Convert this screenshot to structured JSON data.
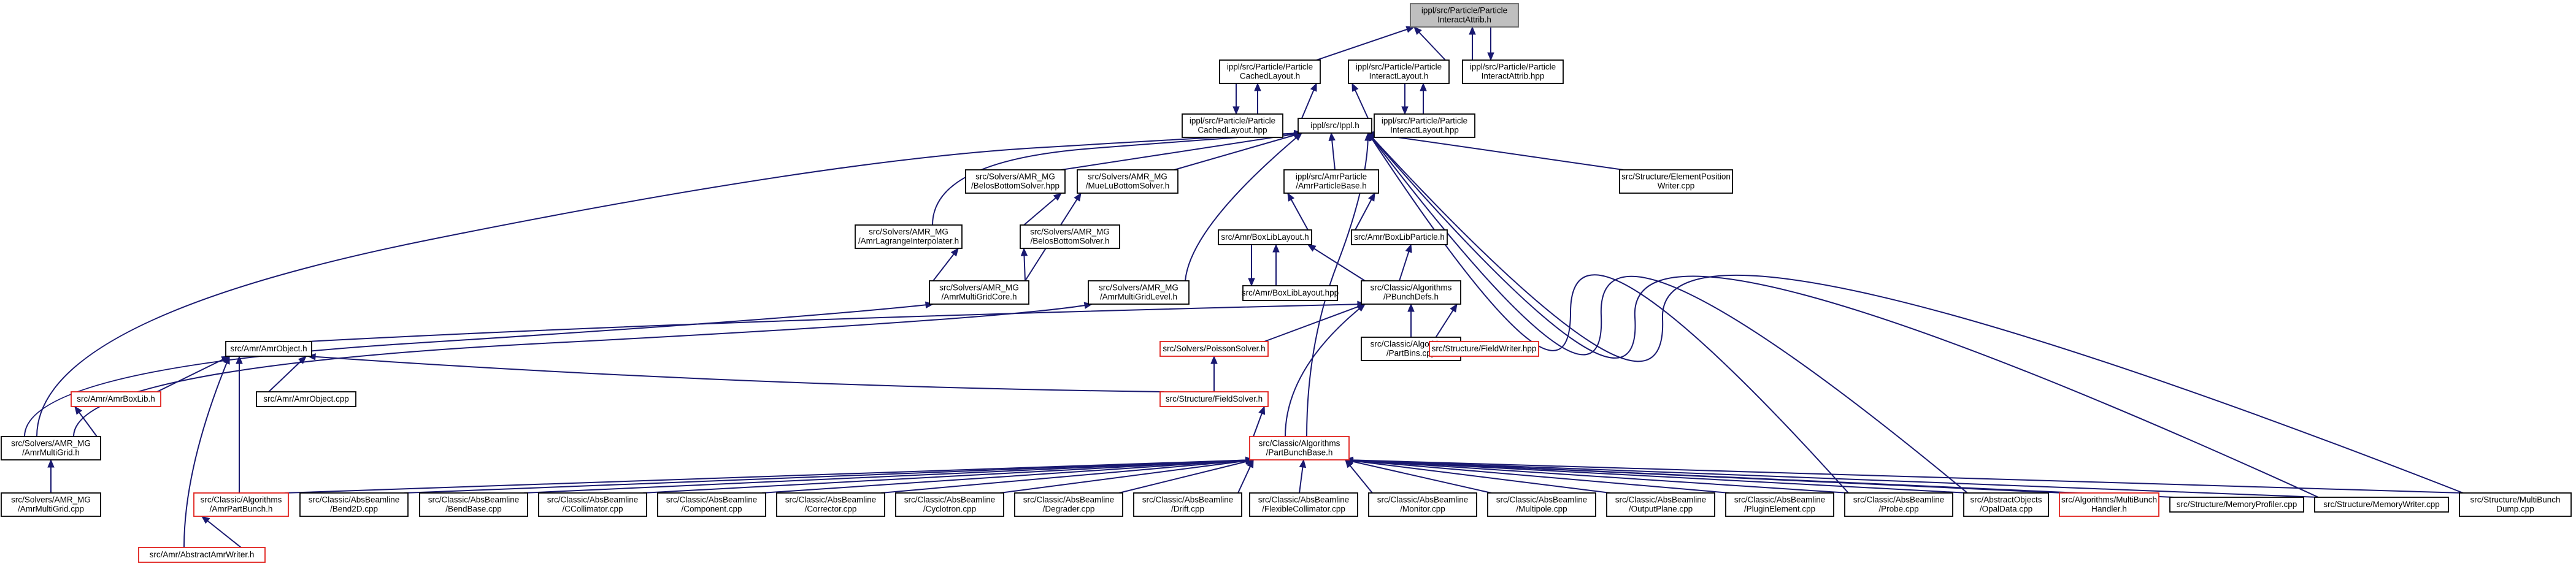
{
  "colors": {
    "edge": "#191970",
    "root_fill": "#bfbfbf",
    "root_border": "#666666",
    "node_border": "#000000",
    "truncated_border": "#e0201c",
    "background": "#ffffff"
  },
  "nodes": [
    {
      "id": "root",
      "lines": [
        "ippl/src/Particle/Particle",
        "InteractAttrib.h"
      ],
      "root": true
    },
    {
      "id": "cachedlayout_h",
      "lines": [
        "ippl/src/Particle/Particle",
        "CachedLayout.h"
      ]
    },
    {
      "id": "interactlayout_h",
      "lines": [
        "ippl/src/Particle/Particle",
        "InteractLayout.h"
      ]
    },
    {
      "id": "interactattrib_hpp",
      "lines": [
        "ippl/src/Particle/Particle",
        "InteractAttrib.hpp"
      ]
    },
    {
      "id": "cachedlayout_hpp",
      "lines": [
        "ippl/src/Particle/Particle",
        "CachedLayout.hpp"
      ]
    },
    {
      "id": "ippl_h",
      "lines": [
        "ippl/src/Ippl.h"
      ]
    },
    {
      "id": "interactlayout_hpp",
      "lines": [
        "ippl/src/Particle/Particle",
        "InteractLayout.hpp"
      ]
    },
    {
      "id": "elementposwriter",
      "lines": [
        "src/Structure/ElementPosition",
        "Writer.cpp"
      ]
    },
    {
      "id": "belosbottom_hpp",
      "lines": [
        "src/Solvers/AMR_MG",
        "/BelosBottomSolver.hpp"
      ]
    },
    {
      "id": "muelubottom_h",
      "lines": [
        "src/Solvers/AMR_MG",
        "/MueLuBottomSolver.h"
      ]
    },
    {
      "id": "amrparticlebase_h",
      "lines": [
        "ippl/src/AmrParticle",
        "/AmrParticleBase.h"
      ]
    },
    {
      "id": "amrlagrange_h",
      "lines": [
        "src/Solvers/AMR_MG",
        "/AmrLagrangeInterpolater.h"
      ]
    },
    {
      "id": "belosbottom_h",
      "lines": [
        "src/Solvers/AMR_MG",
        "/BelosBottomSolver.h"
      ]
    },
    {
      "id": "amrboxliblayout_h",
      "lines": [
        "src/Amr/BoxLibLayout.h"
      ]
    },
    {
      "id": "amrboxlibparticle_h",
      "lines": [
        "src/Amr/BoxLibParticle.h"
      ]
    },
    {
      "id": "amrmgcore_h",
      "lines": [
        "src/Solvers/AMR_MG",
        "/AmrMultiGridCore.h"
      ]
    },
    {
      "id": "amrmglevel_h",
      "lines": [
        "src/Solvers/AMR_MG",
        "/AmrMultiGridLevel.h"
      ]
    },
    {
      "id": "amrboxliblayout_hpp",
      "lines": [
        "src/Amr/BoxLibLayout.hpp"
      ]
    },
    {
      "id": "pbunchdefs_h",
      "lines": [
        "src/Classic/Algorithms",
        "/PBunchDefs.h"
      ]
    },
    {
      "id": "amrobject_h",
      "lines": [
        "src/Amr/AmrObject.h"
      ]
    },
    {
      "id": "poissonsolver_h",
      "lines": [
        "src/Solvers/PoissonSolver.h"
      ],
      "truncated": true
    },
    {
      "id": "partbins_cpp",
      "lines": [
        "src/Classic/Algorithms",
        "/PartBins.cpp"
      ]
    },
    {
      "id": "fieldwriter_hpp",
      "lines": [
        "src/Structure/FieldWriter.hpp"
      ],
      "truncated": true
    },
    {
      "id": "amrboxlib_h",
      "lines": [
        "src/Amr/AmrBoxLib.h"
      ],
      "truncated": true
    },
    {
      "id": "amrobject_cpp",
      "lines": [
        "src/Amr/AmrObject.cpp"
      ]
    },
    {
      "id": "fieldsolver_h",
      "lines": [
        "src/Structure/FieldSolver.h"
      ],
      "truncated": true
    },
    {
      "id": "amrmg_h",
      "lines": [
        "src/Solvers/AMR_MG",
        "/AmrMultiGrid.h"
      ]
    },
    {
      "id": "partbunchbase_h",
      "lines": [
        "src/Classic/Algorithms",
        "/PartBunchBase.h"
      ],
      "truncated": true
    },
    {
      "id": "amrmg_cpp",
      "lines": [
        "src/Solvers/AMR_MG",
        "/AmrMultiGrid.cpp"
      ]
    },
    {
      "id": "amrpartbunch_h",
      "lines": [
        "src/Classic/Algorithms",
        "/AmrPartBunch.h"
      ],
      "truncated": true
    },
    {
      "id": "bend2d",
      "lines": [
        "src/Classic/AbsBeamline",
        "/Bend2D.cpp"
      ]
    },
    {
      "id": "bendbase",
      "lines": [
        "src/Classic/AbsBeamline",
        "/BendBase.cpp"
      ]
    },
    {
      "id": "ccollimator",
      "lines": [
        "src/Classic/AbsBeamline",
        "/CCollimator.cpp"
      ]
    },
    {
      "id": "component",
      "lines": [
        "src/Classic/AbsBeamline",
        "/Component.cpp"
      ]
    },
    {
      "id": "corrector",
      "lines": [
        "src/Classic/AbsBeamline",
        "/Corrector.cpp"
      ]
    },
    {
      "id": "cyclotron",
      "lines": [
        "src/Classic/AbsBeamline",
        "/Cyclotron.cpp"
      ]
    },
    {
      "id": "degrader",
      "lines": [
        "src/Classic/AbsBeamline",
        "/Degrader.cpp"
      ]
    },
    {
      "id": "drift",
      "lines": [
        "src/Classic/AbsBeamline",
        "/Drift.cpp"
      ]
    },
    {
      "id": "flexcoll",
      "lines": [
        "src/Classic/AbsBeamline",
        "/FlexibleCollimator.cpp"
      ]
    },
    {
      "id": "monitor",
      "lines": [
        "src/Classic/AbsBeamline",
        "/Monitor.cpp"
      ]
    },
    {
      "id": "multipole",
      "lines": [
        "src/Classic/AbsBeamline",
        "/Multipole.cpp"
      ]
    },
    {
      "id": "outputplane",
      "lines": [
        "src/Classic/AbsBeamline",
        "/OutputPlane.cpp"
      ]
    },
    {
      "id": "pluginelement",
      "lines": [
        "src/Classic/AbsBeamline",
        "/PluginElement.cpp"
      ]
    },
    {
      "id": "probe",
      "lines": [
        "src/Classic/AbsBeamline",
        "/Probe.cpp"
      ]
    },
    {
      "id": "opaldata",
      "lines": [
        "src/AbstractObjects",
        "/OpalData.cpp"
      ]
    },
    {
      "id": "multibunchhandler_h",
      "lines": [
        "src/Algorithms/MultiBunch",
        "Handler.h"
      ],
      "truncated": true
    },
    {
      "id": "memoryprofiler",
      "lines": [
        "src/Structure/MemoryProfiler.cpp"
      ]
    },
    {
      "id": "memorywriter",
      "lines": [
        "src/Structure/MemoryWriter.cpp"
      ]
    },
    {
      "id": "multibunchdump",
      "lines": [
        "src/Structure/MultiBunch",
        "Dump.cpp"
      ]
    },
    {
      "id": "abstractamrwriter_h",
      "lines": [
        "src/Amr/AbstractAmrWriter.h"
      ],
      "truncated": true
    }
  ],
  "edges": [
    [
      "cachedlayout_h",
      "root"
    ],
    [
      "interactlayout_h",
      "root"
    ],
    [
      "interactattrib_hpp",
      "root"
    ],
    [
      "root",
      "interactattrib_hpp"
    ],
    [
      "cachedlayout_hpp",
      "cachedlayout_h"
    ],
    [
      "cachedlayout_h",
      "cachedlayout_hpp"
    ],
    [
      "interactlayout_hpp",
      "interactlayout_h"
    ],
    [
      "interactlayout_h",
      "interactlayout_hpp"
    ],
    [
      "ippl_h",
      "cachedlayout_h"
    ],
    [
      "ippl_h",
      "interactlayout_h"
    ],
    [
      "elementposwriter",
      "ippl_h"
    ],
    [
      "belosbottom_hpp",
      "ippl_h"
    ],
    [
      "muelubottom_h",
      "ippl_h"
    ],
    [
      "amrparticlebase_h",
      "ippl_h"
    ],
    [
      "amrlagrange_h",
      "ippl_h"
    ],
    [
      "amrmglevel_h",
      "ippl_h"
    ],
    [
      "partbunchbase_h",
      "ippl_h"
    ],
    [
      "probe",
      "ippl_h"
    ],
    [
      "opaldata",
      "ippl_h"
    ],
    [
      "memorywriter",
      "ippl_h"
    ],
    [
      "amrmg_h",
      "ippl_h"
    ],
    [
      "multibunchdump",
      "ippl_h"
    ],
    [
      "belosbottom_h",
      "belosbottom_hpp"
    ],
    [
      "amrmgcore_h",
      "belosbottom_h"
    ],
    [
      "amrmgcore_h",
      "muelubottom_h"
    ],
    [
      "amrmgcore_h",
      "amrlagrange_h"
    ],
    [
      "amrboxliblayout_h",
      "amrparticlebase_h"
    ],
    [
      "amrboxlibparticle_h",
      "amrparticlebase_h"
    ],
    [
      "amrboxliblayout_hpp",
      "amrboxliblayout_h"
    ],
    [
      "amrboxliblayout_h",
      "amrboxliblayout_hpp"
    ],
    [
      "pbunchdefs_h",
      "amrboxliblayout_h"
    ],
    [
      "pbunchdefs_h",
      "amrboxlibparticle_h"
    ],
    [
      "amrmg_h",
      "amrmgcore_h"
    ],
    [
      "amrmg_h",
      "amrmglevel_h"
    ],
    [
      "amrobject_h",
      "pbunchdefs_h"
    ],
    [
      "poissonsolver_h",
      "pbunchdefs_h"
    ],
    [
      "partbins_cpp",
      "pbunchdefs_h"
    ],
    [
      "fieldwriter_hpp",
      "pbunchdefs_h"
    ],
    [
      "partbunchbase_h",
      "pbunchdefs_h"
    ],
    [
      "amrboxlib_h",
      "amrobject_h"
    ],
    [
      "amrobject_cpp",
      "amrobject_h"
    ],
    [
      "fieldsolver_h",
      "amrobject_h"
    ],
    [
      "amrpartbunch_h",
      "amrobject_h"
    ],
    [
      "abstractamrwriter_h",
      "amrobject_h"
    ],
    [
      "amrmg_h",
      "amrboxlib_h"
    ],
    [
      "fieldsolver_h",
      "poissonsolver_h"
    ],
    [
      "partbunchbase_h",
      "fieldsolver_h"
    ],
    [
      "amrmg_cpp",
      "amrmg_h"
    ],
    [
      "amrpartbunch_h",
      "partbunchbase_h"
    ],
    [
      "bend2d",
      "partbunchbase_h"
    ],
    [
      "bendbase",
      "partbunchbase_h"
    ],
    [
      "ccollimator",
      "partbunchbase_h"
    ],
    [
      "component",
      "partbunchbase_h"
    ],
    [
      "corrector",
      "partbunchbase_h"
    ],
    [
      "cyclotron",
      "partbunchbase_h"
    ],
    [
      "degrader",
      "partbunchbase_h"
    ],
    [
      "drift",
      "partbunchbase_h"
    ],
    [
      "flexcoll",
      "partbunchbase_h"
    ],
    [
      "monitor",
      "partbunchbase_h"
    ],
    [
      "multipole",
      "partbunchbase_h"
    ],
    [
      "outputplane",
      "partbunchbase_h"
    ],
    [
      "pluginelement",
      "partbunchbase_h"
    ],
    [
      "probe",
      "partbunchbase_h"
    ],
    [
      "opaldata",
      "partbunchbase_h"
    ],
    [
      "multibunchhandler_h",
      "partbunchbase_h"
    ],
    [
      "memoryprofiler",
      "partbunchbase_h"
    ],
    [
      "memorywriter",
      "partbunchbase_h"
    ],
    [
      "multibunchdump",
      "partbunchbase_h"
    ],
    [
      "abstractamrwriter_h",
      "amrpartbunch_h"
    ]
  ]
}
